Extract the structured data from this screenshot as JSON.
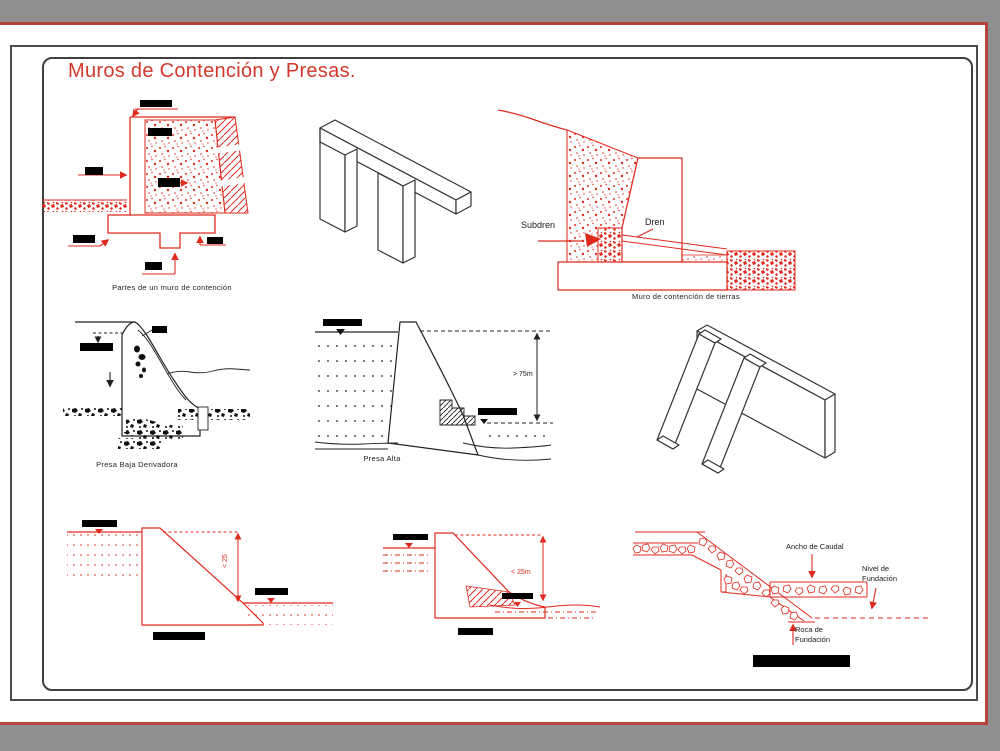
{
  "page": {
    "background": "#8f8f8f",
    "paper": "#ffffff",
    "frame_red": "#b5443f",
    "border_dark": "#4c4c4c",
    "title": "Muros de Contención y Presas.",
    "title_color": "#d2382c"
  },
  "drawing_colors": {
    "red": "#e02a1e",
    "black": "#222222"
  },
  "figures": {
    "partes_muro": {
      "caption": "Partes de un  muro de contención"
    },
    "muro_tierras": {
      "caption": "Muro de contención de tierras",
      "subdren": "Subdren",
      "dren": "Dren"
    },
    "presa_baja": {
      "caption": "Presa Baja Derivadora"
    },
    "presa_alta": {
      "caption": "Presa Alta",
      "dim": "> 75m"
    },
    "presa_roja_izq": {
      "dim": "< 25"
    },
    "presa_roja_centro": {
      "dim": "< 25m"
    },
    "mamposteria": {
      "ancho": "Ancho de Caudal",
      "nivel": "Nivel de Fundación",
      "roca": "Roca de Fundación"
    }
  }
}
